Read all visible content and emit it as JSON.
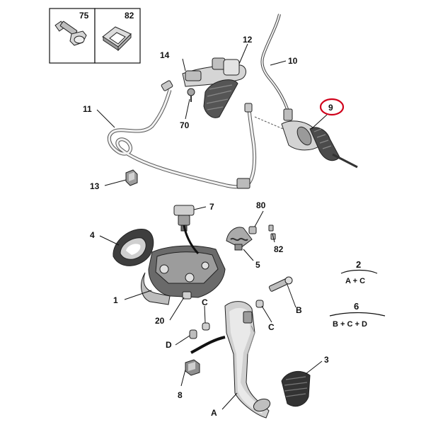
{
  "inset_boxes": [
    {
      "label": "75"
    },
    {
      "label": "82"
    }
  ],
  "callouts": {
    "c1": "1",
    "c2": "2",
    "c3": "3",
    "c4": "4",
    "c5": "5",
    "c6": "6",
    "c7": "7",
    "c8": "8",
    "c9": "9",
    "c10": "10",
    "c11": "11",
    "c12": "12",
    "c13": "13",
    "c14": "14",
    "c20": "20",
    "c70": "70",
    "c80": "80",
    "c82": "82",
    "cA": "A",
    "cB": "B",
    "cC1": "C",
    "cC2": "C",
    "cD": "D"
  },
  "legend": [
    {
      "number": "2",
      "text": "A + C"
    },
    {
      "number": "6",
      "text": "B + C + D"
    }
  ],
  "colors": {
    "highlight": "#d0021b",
    "ink": "#111111",
    "part_fill": "#d9d9d9",
    "part_dark": "#4a4a4a"
  }
}
